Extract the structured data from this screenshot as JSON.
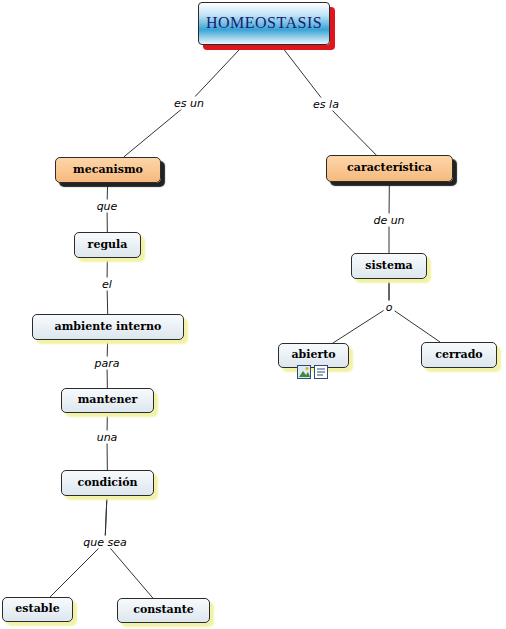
{
  "diagram": {
    "nodes": [
      {
        "text": [
          "HOMEOSTASIS"
        ]
      },
      {
        "text": [
          "mecanismo"
        ]
      },
      {
        "text": [
          "regula"
        ]
      },
      {
        "text": [
          "ambiente interno"
        ]
      },
      {
        "text": [
          "mantener"
        ]
      },
      {
        "text": [
          "condición"
        ]
      },
      {
        "text": [
          "estable"
        ]
      },
      {
        "text": [
          "constante"
        ]
      },
      {
        "text": [
          "característica"
        ]
      },
      {
        "text": [
          "sistema"
        ]
      },
      {
        "text": [
          "abierto"
        ]
      },
      {
        "text": [
          "cerrado"
        ]
      }
    ],
    "edges": [
      {
        "from": 0,
        "to": 1,
        "arrow": "none",
        "label": "es un"
      },
      {
        "from": 0,
        "to": 8,
        "arrow": "none",
        "label": "es la"
      },
      {
        "from": 1,
        "to": 2,
        "arrow": "none",
        "label": "que"
      },
      {
        "from": 2,
        "to": 3,
        "arrow": "none",
        "label": "el"
      },
      {
        "from": 3,
        "to": 4,
        "arrow": "none",
        "label": "para"
      },
      {
        "from": 4,
        "to": 5,
        "arrow": "none",
        "label": "una"
      },
      {
        "from": 5,
        "to": 6,
        "arrow": "none",
        "label": "que sea"
      },
      {
        "from": 5,
        "to": 7,
        "arrow": "none"
      },
      {
        "from": 8,
        "to": 9,
        "arrow": "none",
        "label": "de un"
      },
      {
        "from": 9,
        "to": 10,
        "arrow": "none",
        "label": "o"
      },
      {
        "from": 9,
        "to": 11,
        "arrow": "none"
      }
    ]
  }
}
